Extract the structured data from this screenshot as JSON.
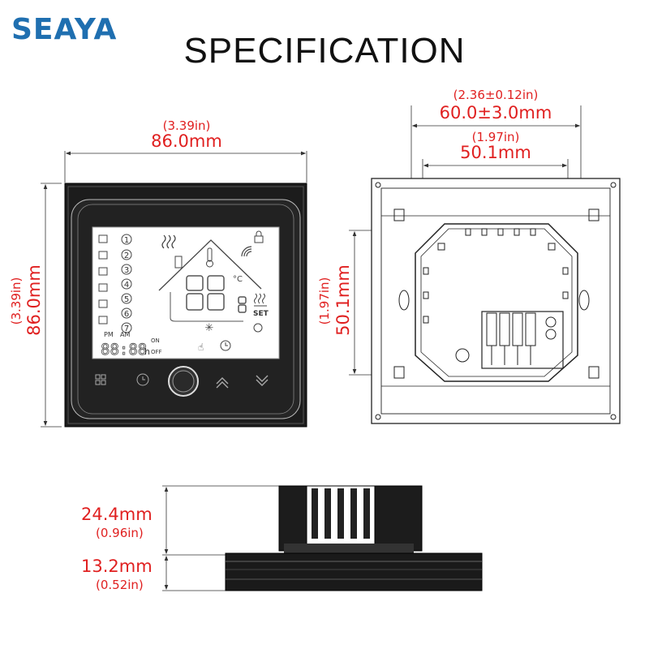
{
  "brand": "SEAYA",
  "title": "SPECIFICATION",
  "front_view": {
    "width_in": "(3.39in)",
    "width_mm": "86.0mm",
    "height_in": "(3.39in)",
    "height_mm": "86.0mm",
    "lcd": {
      "pm": "PM",
      "am": "AM",
      "clock_digits": "88:88",
      "hour_unit": "h",
      "on": "ON",
      "off": "OFF",
      "set": "SET",
      "temp_digits": "88",
      "decimal_digit": "8",
      "program_numbers": [
        "1",
        "2",
        "3",
        "4",
        "5",
        "6",
        "7"
      ]
    },
    "buttons": [
      "menu-button",
      "clock-button",
      "power-button",
      "up-button",
      "down-button"
    ]
  },
  "back_view": {
    "outer_in": "(2.36±0.12in)",
    "outer_mm": "60.0±3.0mm",
    "inner_in": "(1.97in)",
    "inner_mm": "50.1mm",
    "height_in": "(1.97in)",
    "height_mm": "50.1mm"
  },
  "side_view": {
    "depth_mm": "24.4mm",
    "depth_in": "(0.96in)",
    "thick_mm": "13.2mm",
    "thick_in": "(0.52in)"
  },
  "colors": {
    "brand": "#1f6fb0",
    "dimension": "#e02020",
    "line": "#222222"
  }
}
